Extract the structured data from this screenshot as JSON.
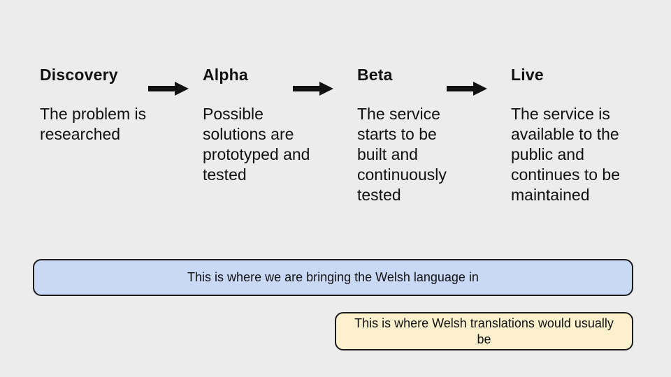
{
  "colors": {
    "background": "#ececec",
    "text": "#111111",
    "arrow": "#111111",
    "callout_border": "#1a1a1a",
    "callout_blue_fill": "#c9d8f5",
    "callout_yellow_fill": "#fdf0cd"
  },
  "stages": [
    {
      "title": "Discovery",
      "description": "The problem is\nresearched"
    },
    {
      "title": "Alpha",
      "description": "Possible\nsolutions are\nprototyped and\ntested"
    },
    {
      "title": "Beta",
      "description": "The service\nstarts to be\nbuilt and\ncontinuously\ntested"
    },
    {
      "title": "Live",
      "description": "The service is\navailable to the\npublic and\ncontinues to be\nmaintained"
    }
  ],
  "callouts": {
    "welsh_language": "This is where we are bringing the Welsh language in",
    "welsh_translations": "This is where Welsh translations would usually\nbe"
  }
}
